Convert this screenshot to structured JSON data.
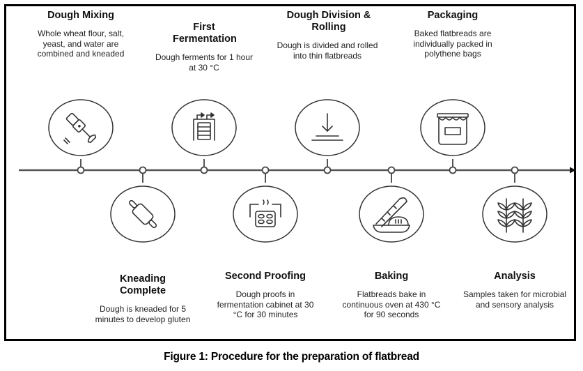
{
  "caption": "Figure 1: Procedure for the preparation of flatbread",
  "colors": {
    "line": "#555555",
    "icon": "#333333",
    "border": "#000000"
  },
  "steps": [
    {
      "title": "Dough Mixing",
      "desc": "Whole wheat flour, salt, yeast, and water are combined and kneaded",
      "icon": "hand-blender-icon",
      "position": "top"
    },
    {
      "title": "Kneading Complete",
      "desc": "Dough is kneaded for 5 minutes to develop gluten",
      "icon": "rolling-pin-icon",
      "position": "bottom"
    },
    {
      "title": "First Fermentation",
      "desc": "Dough ferments for 1 hour at 30 °C",
      "icon": "fermentation-tank-icon",
      "position": "top"
    },
    {
      "title": "Second Proofing",
      "desc": "Dough proofs in fermentation cabinet at 30 °C for 30 minutes",
      "icon": "proofing-cabinet-icon",
      "position": "bottom"
    },
    {
      "title": "Dough Division & Rolling",
      "desc": "Dough is divided and rolled into thin flatbreads",
      "icon": "press-down-icon",
      "position": "top"
    },
    {
      "title": "Baking",
      "desc": "Flatbreads bake in continuous oven at 430 °C for 90 seconds",
      "icon": "bread-icon",
      "position": "bottom"
    },
    {
      "title": "Packaging",
      "desc": "Baked flatbreads are individually packed in polythene bags",
      "icon": "jar-package-icon",
      "position": "top"
    },
    {
      "title": "Analysis",
      "desc": "Samples taken for microbial and sensory analysis",
      "icon": "wheat-icon",
      "position": "bottom"
    }
  ]
}
